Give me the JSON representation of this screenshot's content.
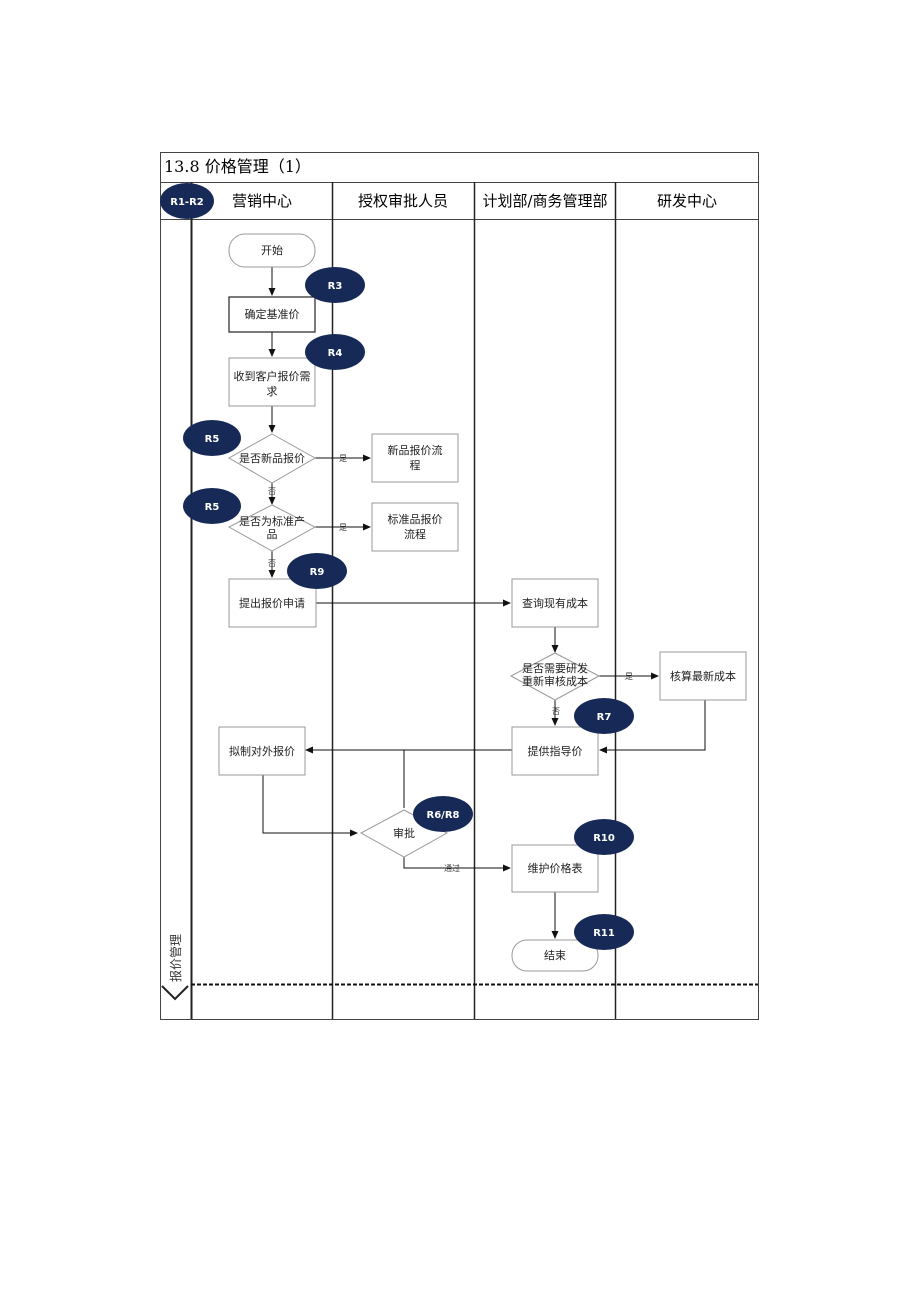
{
  "header": {
    "title": "13.8 价格管理（1）"
  },
  "side_label": "报价管理",
  "lanes": [
    "营销中心",
    "授权审批人员",
    "计划部/商务管理部",
    "研发中心"
  ],
  "nodes": {
    "start": [
      "开始"
    ],
    "confirm_base": [
      "确定基准价"
    ],
    "receive_request": [
      "收到客户报价需",
      "求"
    ],
    "is_new": [
      "是否新品报价"
    ],
    "new_flow": [
      "新品报价流",
      "程"
    ],
    "is_standard": [
      "是否为标准产",
      "品"
    ],
    "standard_flow": [
      "标准品报价",
      "流程"
    ],
    "submit_request": [
      "提出报价申请"
    ],
    "query_cost": [
      "查询现有成本"
    ],
    "need_rd": [
      "是否需要研发",
      "重新审核成本"
    ],
    "calc_cost": [
      "核算最新成本"
    ],
    "guide_price": [
      "提供指导价"
    ],
    "draft_quote": [
      "拟制对外报价"
    ],
    "approve": [
      "审批"
    ],
    "maintain_table": [
      "维护价格表"
    ],
    "end": [
      "结束"
    ]
  },
  "edge_labels": {
    "yes": "是",
    "no": "否",
    "pass": "通过"
  },
  "badges": {
    "r1r2": "R1-R2",
    "r3": "R3",
    "r4": "R4",
    "r5a": "R5",
    "r5b": "R5",
    "r9": "R9",
    "r7": "R7",
    "r6r8": "R6/R8",
    "r10": "R10",
    "r11": "R11"
  },
  "colors": {
    "badge": "#172a57",
    "line": "#111111",
    "box_border": "#999999"
  }
}
